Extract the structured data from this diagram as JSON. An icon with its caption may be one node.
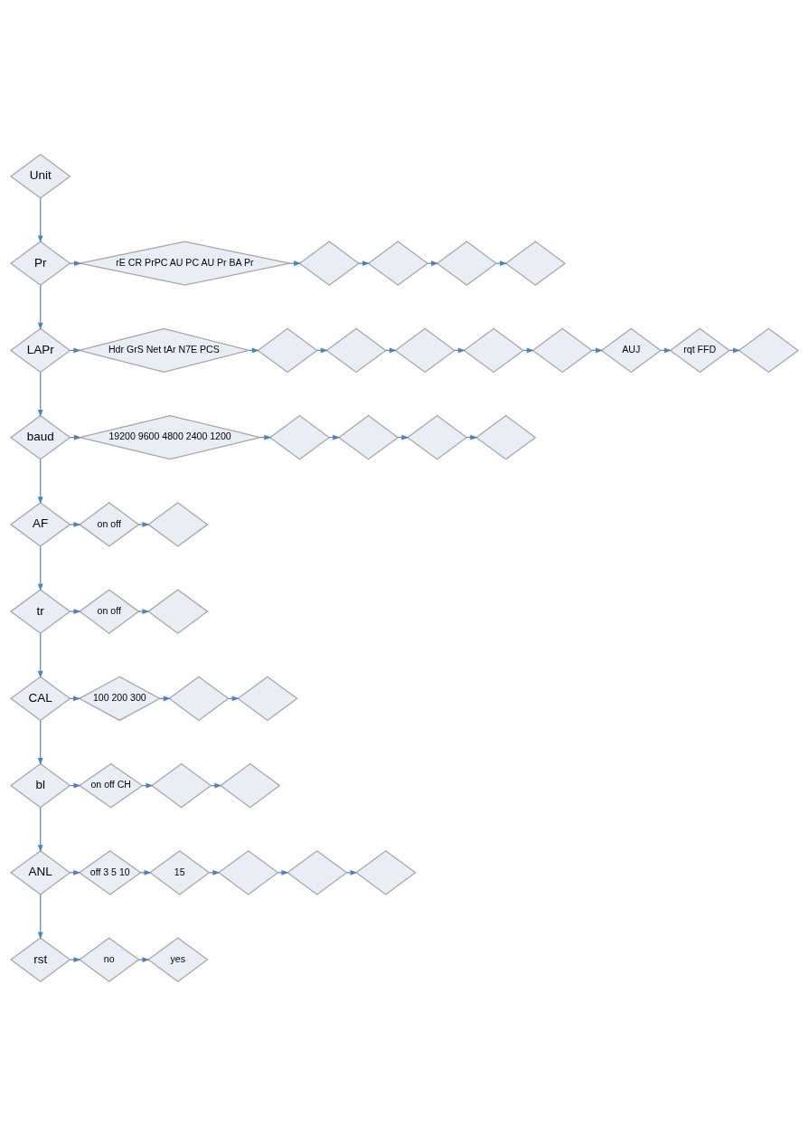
{
  "diagram": {
    "nodes": [
      {
        "text": [
          "Unit"
        ]
      },
      {
        "text": [
          "Pr"
        ]
      },
      {
        "text": [
          "rE CR PrPC AU PC AU Pr BA Pr"
        ]
      },
      {
        "text": [],
        "shape": "diamond"
      },
      {
        "text": [],
        "shape": "diamond"
      },
      {
        "text": [],
        "shape": "diamond"
      },
      {
        "text": [],
        "shape": "diamond"
      },
      {
        "text": [
          "LAPr"
        ]
      },
      {
        "text": [
          "Hdr GrS Net tAr N7E PCS"
        ]
      },
      {
        "text": [],
        "shape": "diamond"
      },
      {
        "text": [],
        "shape": "diamond"
      },
      {
        "text": [],
        "shape": "diamond"
      },
      {
        "text": [],
        "shape": "diamond"
      },
      {
        "text": [],
        "shape": "diamond"
      },
      {
        "text": [
          "AUJ"
        ]
      },
      {
        "text": [
          "rqt FFD"
        ]
      },
      {
        "text": [],
        "shape": "diamond"
      },
      {
        "text": [
          "baud"
        ]
      },
      {
        "text": [
          "19200 9600 4800 2400 1200"
        ]
      },
      {
        "text": [],
        "shape": "diamond"
      },
      {
        "text": [],
        "shape": "diamond"
      },
      {
        "text": [],
        "shape": "diamond"
      },
      {
        "text": [],
        "shape": "diamond"
      },
      {
        "text": [
          "AF"
        ]
      },
      {
        "text": [
          "on off"
        ]
      },
      {
        "text": [],
        "shape": "diamond"
      },
      {
        "text": [
          "tr"
        ]
      },
      {
        "text": [
          "on off"
        ]
      },
      {
        "text": [],
        "shape": "diamond"
      },
      {
        "text": [
          "CAL"
        ]
      },
      {
        "text": [
          "100 200 300"
        ]
      },
      {
        "text": [],
        "shape": "diamond"
      },
      {
        "text": [],
        "shape": "diamond"
      },
      {
        "text": [
          "bl"
        ]
      },
      {
        "text": [
          "on off CH"
        ]
      },
      {
        "text": [],
        "shape": "diamond"
      },
      {
        "text": [],
        "shape": "diamond"
      },
      {
        "text": [
          "ANL"
        ]
      },
      {
        "text": [
          "off 3 5 10"
        ]
      },
      {
        "text": [
          "15"
        ]
      },
      {
        "text": [],
        "shape": "diamond"
      },
      {
        "text": [],
        "shape": "diamond"
      },
      {
        "text": [],
        "shape": "diamond"
      },
      {
        "text": [
          "rst"
        ]
      },
      {
        "text": [
          "no"
        ]
      },
      {
        "text": [
          "yes"
        ]
      }
    ],
    "edges": [
      {
        "from": 0,
        "to": 1,
        "arrow": "to"
      },
      {
        "from": 1,
        "to": 7,
        "arrow": "to"
      },
      {
        "from": 7,
        "to": 17,
        "arrow": "to"
      },
      {
        "from": 17,
        "to": 23,
        "arrow": "to"
      },
      {
        "from": 23,
        "to": 26,
        "arrow": "to"
      },
      {
        "from": 26,
        "to": 29,
        "arrow": "to"
      },
      {
        "from": 29,
        "to": 33,
        "arrow": "to"
      },
      {
        "from": 33,
        "to": 37,
        "arrow": "to"
      },
      {
        "from": 37,
        "to": 43,
        "arrow": "to"
      },
      {
        "from": 1,
        "to": 2,
        "arrow": "to"
      },
      {
        "from": 2,
        "to": 3,
        "arrow": "to"
      },
      {
        "from": 3,
        "to": 4,
        "arrow": "to"
      },
      {
        "from": 4,
        "to": 5,
        "arrow": "to"
      },
      {
        "from": 5,
        "to": 6,
        "arrow": "to"
      },
      {
        "from": 7,
        "to": 8,
        "arrow": "to"
      },
      {
        "from": 8,
        "to": 9,
        "arrow": "to"
      },
      {
        "from": 9,
        "to": 10,
        "arrow": "to"
      },
      {
        "from": 10,
        "to": 11,
        "arrow": "to"
      },
      {
        "from": 11,
        "to": 12,
        "arrow": "to"
      },
      {
        "from": 12,
        "to": 13,
        "arrow": "to"
      },
      {
        "from": 13,
        "to": 14,
        "arrow": "to"
      },
      {
        "from": 14,
        "to": 15,
        "arrow": "to"
      },
      {
        "from": 15,
        "to": 16,
        "arrow": "to"
      },
      {
        "from": 17,
        "to": 18,
        "arrow": "to"
      },
      {
        "from": 18,
        "to": 19,
        "arrow": "to"
      },
      {
        "from": 19,
        "to": 20,
        "arrow": "to"
      },
      {
        "from": 20,
        "to": 21,
        "arrow": "to"
      },
      {
        "from": 21,
        "to": 22,
        "arrow": "to"
      },
      {
        "from": 23,
        "to": 24,
        "arrow": "to"
      },
      {
        "from": 24,
        "to": 25,
        "arrow": "to"
      },
      {
        "from": 26,
        "to": 27,
        "arrow": "to"
      },
      {
        "from": 27,
        "to": 28,
        "arrow": "to"
      },
      {
        "from": 29,
        "to": 30,
        "arrow": "to"
      },
      {
        "from": 30,
        "to": 31,
        "arrow": "to"
      },
      {
        "from": 31,
        "to": 32,
        "arrow": "to"
      },
      {
        "from": 33,
        "to": 34,
        "arrow": "to"
      },
      {
        "from": 34,
        "to": 35,
        "arrow": "to"
      },
      {
        "from": 35,
        "to": 36,
        "arrow": "to"
      },
      {
        "from": 37,
        "to": 38,
        "arrow": "to"
      },
      {
        "from": 38,
        "to": 39,
        "arrow": "to"
      },
      {
        "from": 39,
        "to": 40,
        "arrow": "to"
      },
      {
        "from": 40,
        "to": 41,
        "arrow": "to"
      },
      {
        "from": 41,
        "to": 42,
        "arrow": "to"
      },
      {
        "from": 43,
        "to": 44,
        "arrow": "to"
      },
      {
        "from": 44,
        "to": 45,
        "arrow": "to"
      }
    ]
  }
}
